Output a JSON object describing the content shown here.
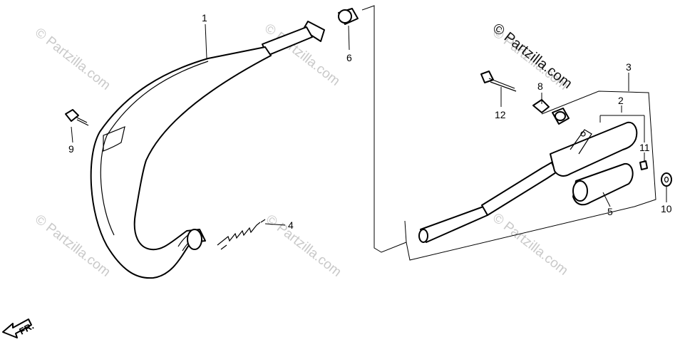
{
  "watermarks": [
    "© Partzilla.com",
    "© Partzilla.com",
    "© Partzilla.com",
    "© Partzilla.com",
    "© Partzilla.com",
    "© Partzilla.com"
  ],
  "main_watermark": "© Partzilla.com",
  "direction_label": "FR.",
  "parts": [
    {
      "number": "1"
    },
    {
      "number": "2"
    },
    {
      "number": "3"
    },
    {
      "number": "4"
    },
    {
      "number": "5"
    },
    {
      "number": "6"
    },
    {
      "number": "8"
    },
    {
      "number": "9"
    },
    {
      "number": "10"
    },
    {
      "number": "11"
    },
    {
      "number": "12"
    }
  ]
}
